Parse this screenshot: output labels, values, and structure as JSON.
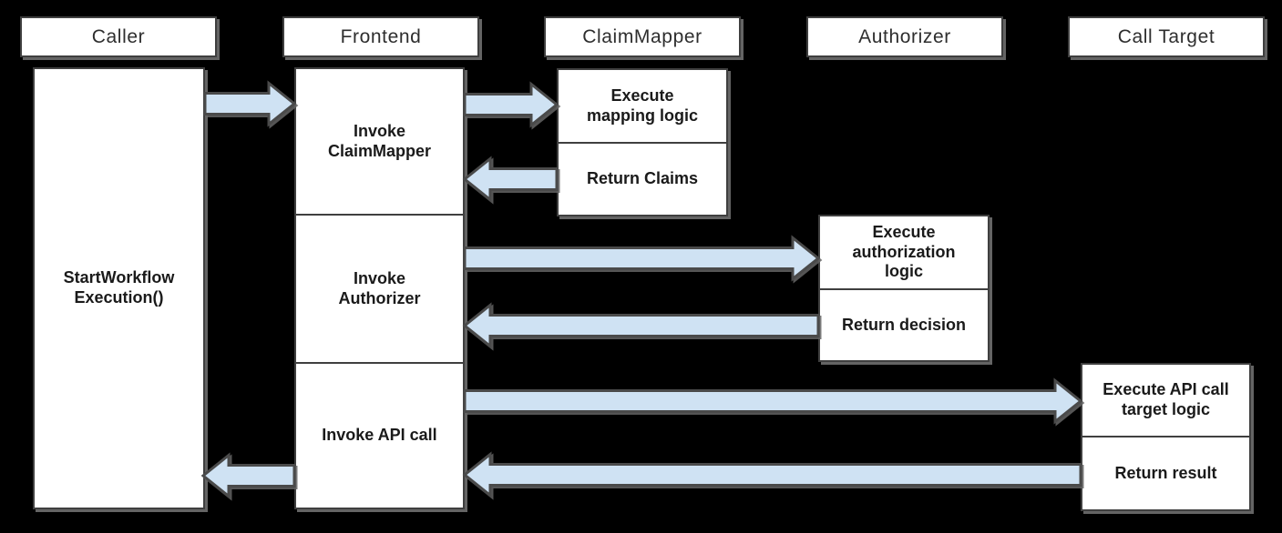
{
  "diagram": {
    "type": "sequence-diagram",
    "colors": {
      "background": "#000000",
      "box_fill": "#ffffff",
      "box_border": "#3f3f3f",
      "text": "#1a1a1a",
      "shadow": "#646464",
      "arrow_fill": "#cfe2f3",
      "arrow_stroke": "#4a4a4a"
    },
    "actors": [
      "Caller",
      "Frontend",
      "ClaimMapper",
      "Authorizer",
      "Call Target"
    ],
    "boxes": {
      "caller_start": "StartWorkflow\nExecution()",
      "fe_invoke_claimmapper": "Invoke\nClaimMapper",
      "fe_invoke_authorizer": "Invoke\nAuthorizer",
      "fe_invoke_api_call": "Invoke API call",
      "cm_execute": "Execute\nmapping logic",
      "cm_return": "Return Claims",
      "az_execute": "Execute\nauthorization\nlogic",
      "az_return": "Return decision",
      "ct_execute": "Execute API call\ntarget logic",
      "ct_return": "Return result"
    },
    "flows": [
      {
        "from": "Caller",
        "to": "Frontend"
      },
      {
        "from": "Frontend",
        "to": "ClaimMapper"
      },
      {
        "from": "ClaimMapper",
        "to": "Frontend"
      },
      {
        "from": "Frontend",
        "to": "Authorizer"
      },
      {
        "from": "Authorizer",
        "to": "Frontend"
      },
      {
        "from": "Frontend",
        "to": "Call Target"
      },
      {
        "from": "Call Target",
        "to": "Frontend"
      },
      {
        "from": "Frontend",
        "to": "Caller"
      }
    ]
  }
}
